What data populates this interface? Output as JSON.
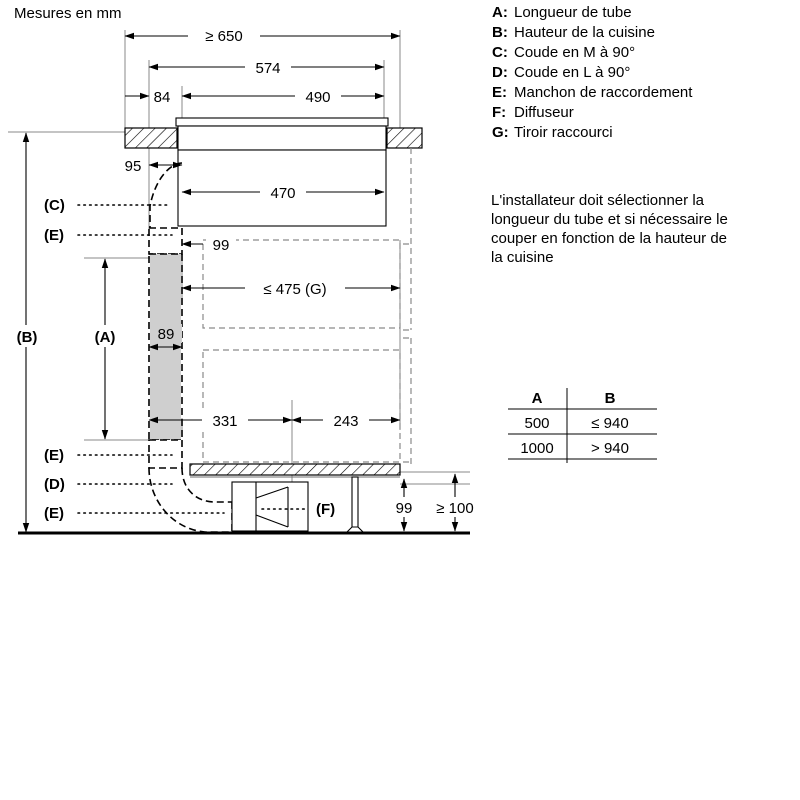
{
  "title": "Mesures en mm",
  "legend": {
    "items": [
      {
        "key": "A:",
        "label": "Longueur de tube"
      },
      {
        "key": "B:",
        "label": "Hauteur de la cuisine"
      },
      {
        "key": "C:",
        "label": "Coude en M à 90°"
      },
      {
        "key": "D:",
        "label": "Coude en L à 90°"
      },
      {
        "key": "E:",
        "label": "Manchon de raccordement"
      },
      {
        "key": "F:",
        "label": "Diffuseur"
      },
      {
        "key": "G:",
        "label": "Tiroir raccourci"
      }
    ]
  },
  "note": {
    "lines": [
      "L'installateur doit sélectionner la",
      "longueur du tube et si nécessaire le",
      "couper en fonction de la hauteur de",
      "la cuisine"
    ]
  },
  "table": {
    "headers": [
      "A",
      "B"
    ],
    "rows": [
      [
        "500",
        "≤ 940"
      ],
      [
        "1000",
        "> 940"
      ]
    ]
  },
  "diagram": {
    "dimensions": {
      "d_650": "≥ 650",
      "d_574": "574",
      "d_490": "490",
      "d_84": "84",
      "d_95": "95",
      "d_470": "470",
      "d_99_top": "99",
      "d_475_g": "≤ 475 (G)",
      "d_89": "89",
      "d_331": "331",
      "d_243": "243",
      "d_99_bottom": "99",
      "d_100": "≥ 100"
    },
    "callouts": {
      "b": "(B)",
      "a": "(A)",
      "c": "(C)",
      "e1": "(E)",
      "e2": "(E)",
      "d": "(D)",
      "e3": "(E)",
      "f": "(F)"
    }
  },
  "colors": {
    "line": "#000000",
    "tube_fill": "#cfcfcf",
    "aux_line": "#8a8a8a",
    "background": "#ffffff"
  }
}
